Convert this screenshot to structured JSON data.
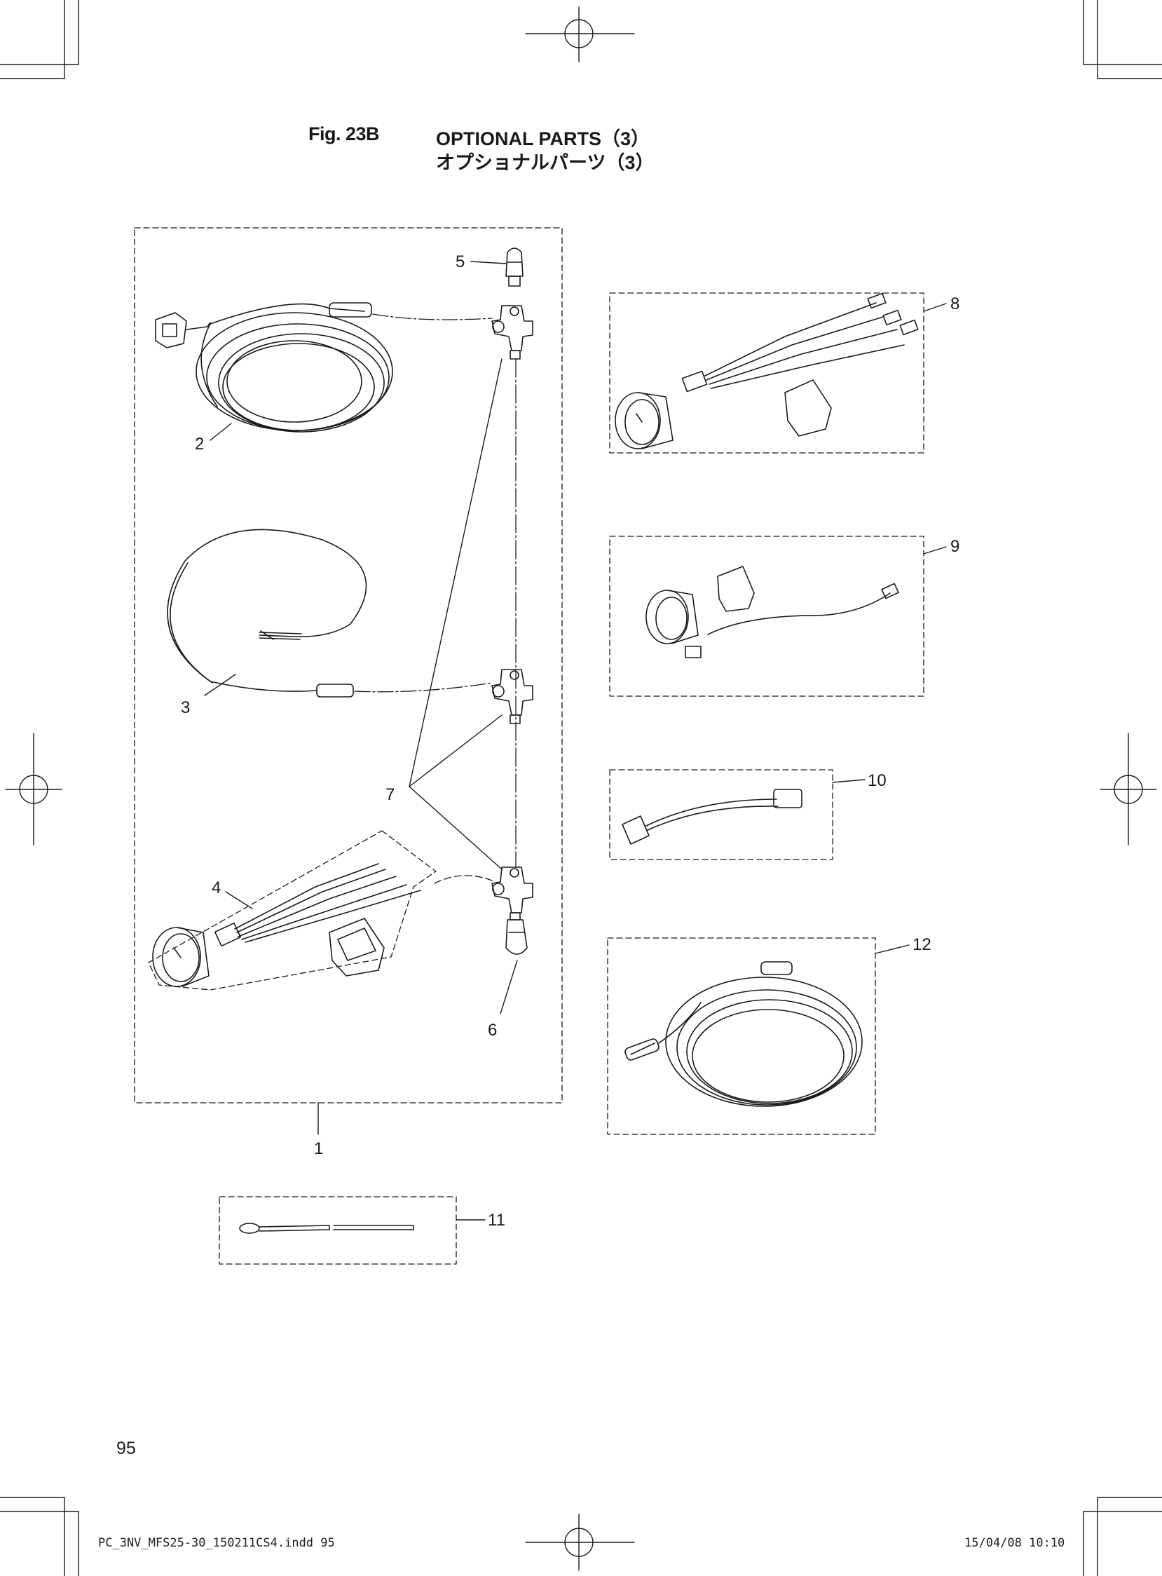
{
  "header": {
    "fig_no": "Fig. 23B",
    "title_en": "OPTIONAL PARTS（3）",
    "title_jp": "オプショナルパーツ（3）"
  },
  "callouts": {
    "c1": "1",
    "c2": "2",
    "c3": "3",
    "c4": "4",
    "c5": "5",
    "c6": "6",
    "c7": "7",
    "c8": "8",
    "c9": "9",
    "c10": "10",
    "c11": "11",
    "c12": "12"
  },
  "page_number": "95",
  "footer": {
    "file_name": "PC_3NV_MFS25-30_150211CS4.indd   95",
    "date_time": "15/04/08   10:10"
  },
  "colors": {
    "ink": "#1a1a1a",
    "background": "#ffffff"
  }
}
